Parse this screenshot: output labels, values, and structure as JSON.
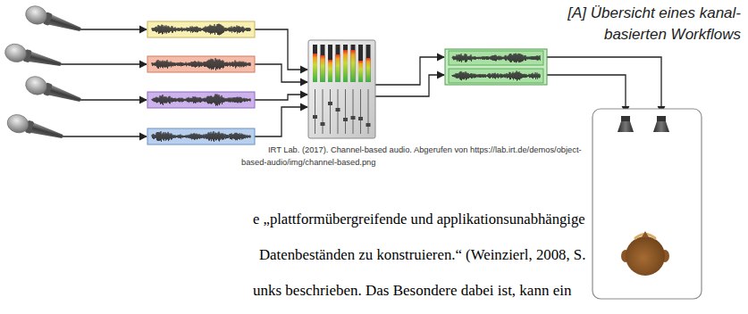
{
  "diagram": {
    "title": "[A] Übersicht eines kanal- basierten Workflows",
    "caption": "IRT Lab. (2017). Channel-based audio. Abgerufen von https://lab.irt.de/demos/object-based-audio/img/channel-based.png",
    "labels": [
      "e „plattformübergreifende und applikationsunabhängige",
      "Datenbeständen zu konstruieren.“ (Weinzierl, 2008, S.",
      "unks beschrieben. Das Besondere dabei ist, kann ein"
    ]
  }
}
